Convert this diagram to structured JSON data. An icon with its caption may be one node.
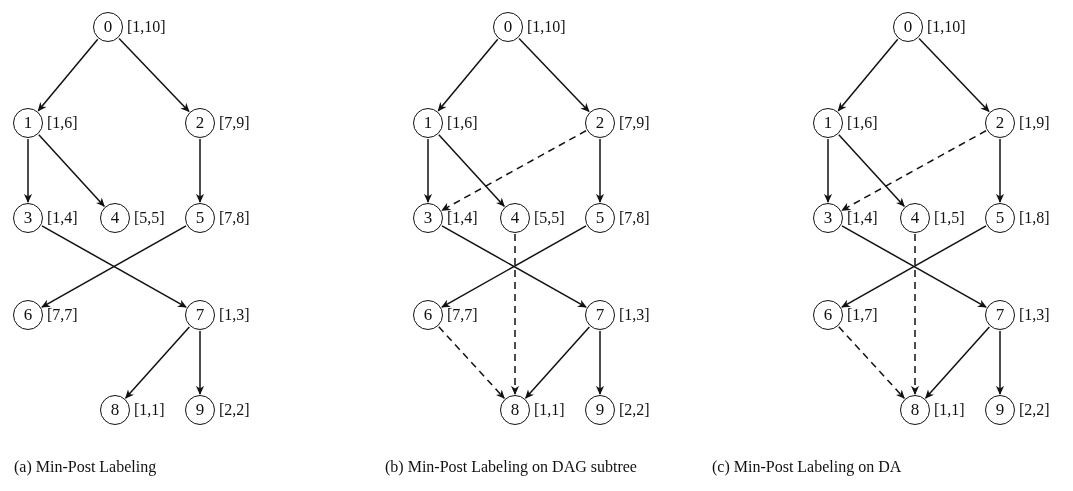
{
  "diagram": {
    "nodes": [
      {
        "text": [
          "0"
        ],
        "beside": [
          "[1,10]"
        ]
      },
      {
        "text": [
          "1"
        ],
        "beside": [
          "[1,6]"
        ]
      },
      {
        "text": [
          "2"
        ],
        "beside": [
          "[7,9]"
        ]
      },
      {
        "text": [
          "3"
        ],
        "beside": [
          "[1,4]"
        ]
      },
      {
        "text": [
          "4"
        ],
        "beside": [
          "[5,5]"
        ]
      },
      {
        "text": [
          "5"
        ],
        "beside": [
          "[7,8]"
        ]
      },
      {
        "text": [
          "6"
        ],
        "beside": [
          "[7,7]"
        ]
      },
      {
        "text": [
          "7"
        ],
        "beside": [
          "[1,3]"
        ]
      },
      {
        "text": [
          "8"
        ],
        "beside": [
          "[1,1]"
        ]
      },
      {
        "text": [
          "9"
        ],
        "beside": [
          "[2,2]"
        ]
      },
      {
        "text": [
          "0"
        ],
        "beside": [
          "[1,10]"
        ]
      },
      {
        "text": [
          "1"
        ],
        "beside": [
          "[1,6]"
        ]
      },
      {
        "text": [
          "2"
        ],
        "beside": [
          "[7,9]"
        ]
      },
      {
        "text": [
          "3"
        ],
        "beside": [
          "[1,4]"
        ]
      },
      {
        "text": [
          "4"
        ],
        "beside": [
          "[5,5]"
        ]
      },
      {
        "text": [
          "5"
        ],
        "beside": [
          "[7,8]"
        ]
      },
      {
        "text": [
          "6"
        ],
        "beside": [
          "[7,7]"
        ]
      },
      {
        "text": [
          "7"
        ],
        "beside": [
          "[1,3]"
        ]
      },
      {
        "text": [
          "8"
        ],
        "beside": [
          "[1,1]"
        ]
      },
      {
        "text": [
          "9"
        ],
        "beside": [
          "[2,2]"
        ]
      },
      {
        "text": [
          "0"
        ],
        "beside": [
          "[1,10]"
        ]
      },
      {
        "text": [
          "1"
        ],
        "beside": [
          "[1,6]"
        ]
      },
      {
        "text": [
          "2"
        ],
        "beside": [
          "[1,9]"
        ]
      },
      {
        "text": [
          "3"
        ],
        "beside": [
          "[1,4]"
        ]
      },
      {
        "text": [
          "4"
        ],
        "beside": [
          "[1,5]"
        ]
      },
      {
        "text": [
          "5"
        ],
        "beside": [
          "[1,8]"
        ]
      },
      {
        "text": [
          "6"
        ],
        "beside": [
          "[1,7]"
        ]
      },
      {
        "text": [
          "7"
        ],
        "beside": [
          "[1,3]"
        ]
      },
      {
        "text": [
          "8"
        ],
        "beside": [
          "[1,1]"
        ]
      },
      {
        "text": [
          "9"
        ],
        "beside": [
          "[2,2]"
        ]
      }
    ],
    "edges": [
      {
        "from": 0,
        "to": 1,
        "arrow": "to"
      },
      {
        "from": 0,
        "to": 2,
        "arrow": "to"
      },
      {
        "from": 1,
        "to": 3,
        "arrow": "to"
      },
      {
        "from": 1,
        "to": 4,
        "arrow": "to"
      },
      {
        "from": 2,
        "to": 5,
        "arrow": "to"
      },
      {
        "from": 3,
        "to": 7,
        "arrow": "to"
      },
      {
        "from": 5,
        "to": 6,
        "arrow": "to"
      },
      {
        "from": 7,
        "to": 8,
        "arrow": "to"
      },
      {
        "from": 7,
        "to": 9,
        "arrow": "to"
      },
      {
        "from": 10,
        "to": 11,
        "arrow": "to"
      },
      {
        "from": 10,
        "to": 12,
        "arrow": "to"
      },
      {
        "from": 11,
        "to": 13,
        "arrow": "to"
      },
      {
        "from": 11,
        "to": 14,
        "arrow": "to"
      },
      {
        "from": 12,
        "to": 13,
        "arrow": "to",
        "style": "dashed"
      },
      {
        "from": 12,
        "to": 15,
        "arrow": "to"
      },
      {
        "from": 13,
        "to": 17,
        "arrow": "to"
      },
      {
        "from": 14,
        "to": 18,
        "arrow": "to",
        "style": "dashed"
      },
      {
        "from": 15,
        "to": 16,
        "arrow": "to"
      },
      {
        "from": 16,
        "to": 18,
        "arrow": "to",
        "style": "dashed"
      },
      {
        "from": 17,
        "to": 18,
        "arrow": "to"
      },
      {
        "from": 17,
        "to": 19,
        "arrow": "to"
      },
      {
        "from": 20,
        "to": 21,
        "arrow": "to"
      },
      {
        "from": 20,
        "to": 22,
        "arrow": "to"
      },
      {
        "from": 21,
        "to": 23,
        "arrow": "to"
      },
      {
        "from": 21,
        "to": 24,
        "arrow": "to"
      },
      {
        "from": 22,
        "to": 23,
        "arrow": "to",
        "style": "dashed"
      },
      {
        "from": 22,
        "to": 25,
        "arrow": "to"
      },
      {
        "from": 23,
        "to": 27,
        "arrow": "to"
      },
      {
        "from": 24,
        "to": 28,
        "arrow": "to",
        "style": "dashed"
      },
      {
        "from": 25,
        "to": 26,
        "arrow": "to"
      },
      {
        "from": 26,
        "to": 28,
        "arrow": "to",
        "style": "dashed"
      },
      {
        "from": 27,
        "to": 28,
        "arrow": "to"
      },
      {
        "from": 27,
        "to": 29,
        "arrow": "to"
      }
    ],
    "labels": [
      "(a) Min-Post Labeling",
      "(b) Min-Post Labeling on DAG subtree",
      "(c) Min-Post Labeling on DA"
    ]
  }
}
